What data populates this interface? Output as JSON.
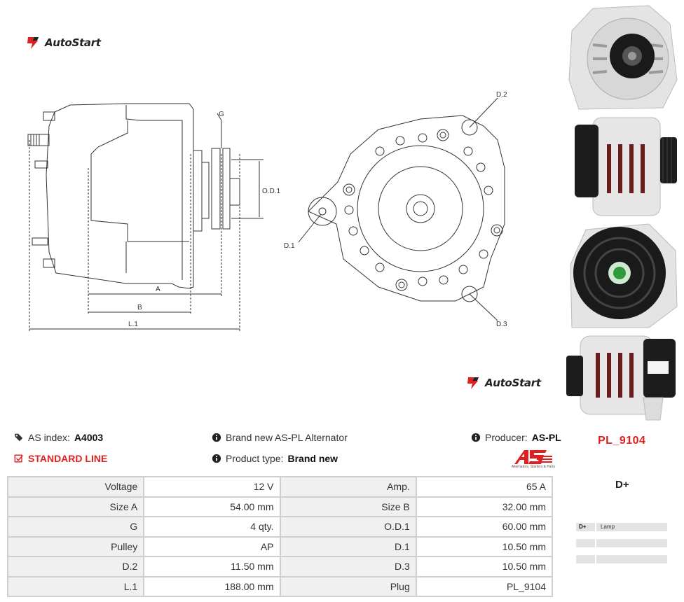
{
  "brand": {
    "name": "AutoStart"
  },
  "drawing_labels": {
    "g": "G",
    "od1": "O.D.1",
    "a": "A",
    "b": "B",
    "l1": "L.1",
    "d1": "D.1",
    "d2": "D.2",
    "d3": "D.3"
  },
  "info": {
    "as_index_label": "AS index:",
    "as_index_value": "A4003",
    "line": "STANDARD LINE",
    "brand_new": "Brand new AS-PL Alternator",
    "product_type_label": "Product type:",
    "product_type_value": "Brand new",
    "producer_label": "Producer:",
    "producer_value": "AS-PL",
    "as_logo_caption": "Alternators, Starters & Parts"
  },
  "pl_code": "PL_9104",
  "connector": "D+",
  "plug_table": [
    {
      "code": "D+",
      "desc": "Lamp"
    },
    {
      "code": "",
      "desc": ""
    },
    {
      "code": "",
      "desc": ""
    }
  ],
  "specs": [
    {
      "label1": "Voltage",
      "value1": "12 V",
      "label2": "Amp.",
      "value2": "65 A"
    },
    {
      "label1": "Size A",
      "value1": "54.00 mm",
      "label2": "Size B",
      "value2": "32.00 mm"
    },
    {
      "label1": "G",
      "value1": "4 qty.",
      "label2": "O.D.1",
      "value2": "60.00 mm"
    },
    {
      "label1": "Pulley",
      "value1": "AP",
      "label2": "D.1",
      "value2": "10.50 mm"
    },
    {
      "label1": "D.2",
      "value1": "11.50 mm",
      "label2": "D.3",
      "value2": "10.50 mm"
    },
    {
      "label1": "L.1",
      "value1": "188.00 mm",
      "label2": "Plug",
      "value2": "PL_9104"
    }
  ],
  "colors": {
    "accent": "#e02020",
    "table_border": "#cfcfcf",
    "label_bg": "#f0f0f0"
  },
  "icons": [
    "autostart-logo",
    "tags-icon",
    "info-icon",
    "checkbox-icon",
    "as-pl-logo"
  ]
}
